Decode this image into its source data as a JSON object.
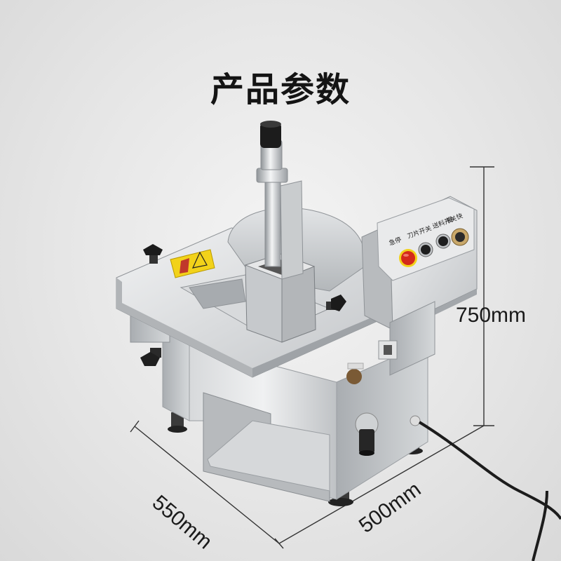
{
  "title": "产品参数",
  "dimensions": {
    "height": "750mm",
    "depth": "550mm",
    "width": "500mm"
  },
  "control_panel": {
    "labels": [
      "急停",
      "刀片开关",
      "送料开关",
      "慢",
      "快"
    ]
  },
  "colors": {
    "background": "#e9e9e9",
    "stainless": "#c9ccce",
    "emergency_button": "#d42a1a",
    "warning_label": "#f2d21a"
  }
}
